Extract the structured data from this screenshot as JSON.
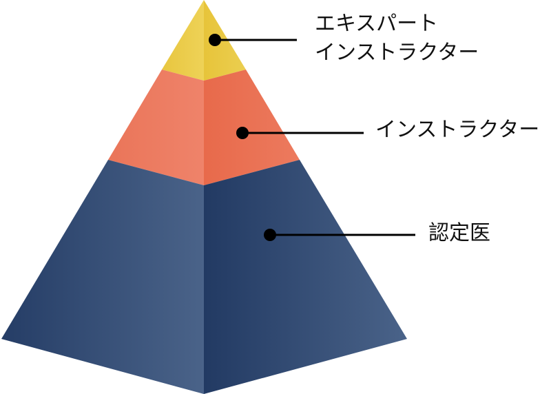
{
  "levels": [
    {
      "id": "expert",
      "line1": "エキスパート",
      "line2": "インストラクター",
      "color": "#E9C53E"
    },
    {
      "id": "instructor",
      "label": "インストラクター",
      "color": "#EB6F50"
    },
    {
      "id": "certified",
      "label": "認定医",
      "color": "#2F466F"
    }
  ]
}
